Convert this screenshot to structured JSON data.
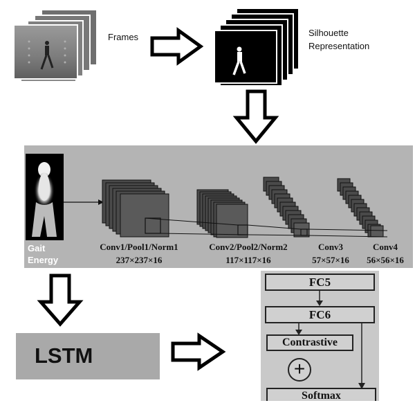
{
  "top": {
    "frames_label": "Frames",
    "silhouette_label_line1": "Silhouette",
    "silhouette_label_line2": "Representation"
  },
  "cnn": {
    "gei_label_line1": "Gait",
    "gei_label_line2": "Energy",
    "layers": [
      {
        "name": "Conv1/Pool1/Norm1",
        "dims": "237×237×16"
      },
      {
        "name": "Conv2/Pool2/Norm2",
        "dims": "117×117×16"
      },
      {
        "name": "Conv3",
        "dims": "57×57×16"
      },
      {
        "name": "Conv4",
        "dims": "56×56×16"
      }
    ]
  },
  "lstm": {
    "label": "LSTM"
  },
  "head": {
    "fc5": "FC5",
    "fc6": "FC6",
    "contrastive": "Contrastive",
    "plus": "+",
    "softmax": "Softmax"
  },
  "colors": {
    "panel_gray": "#b4b4b4",
    "lstm_gray": "#a9a9a9",
    "head_bg": "#c9c9c9",
    "layer_dark": "#4a4a4a"
  }
}
